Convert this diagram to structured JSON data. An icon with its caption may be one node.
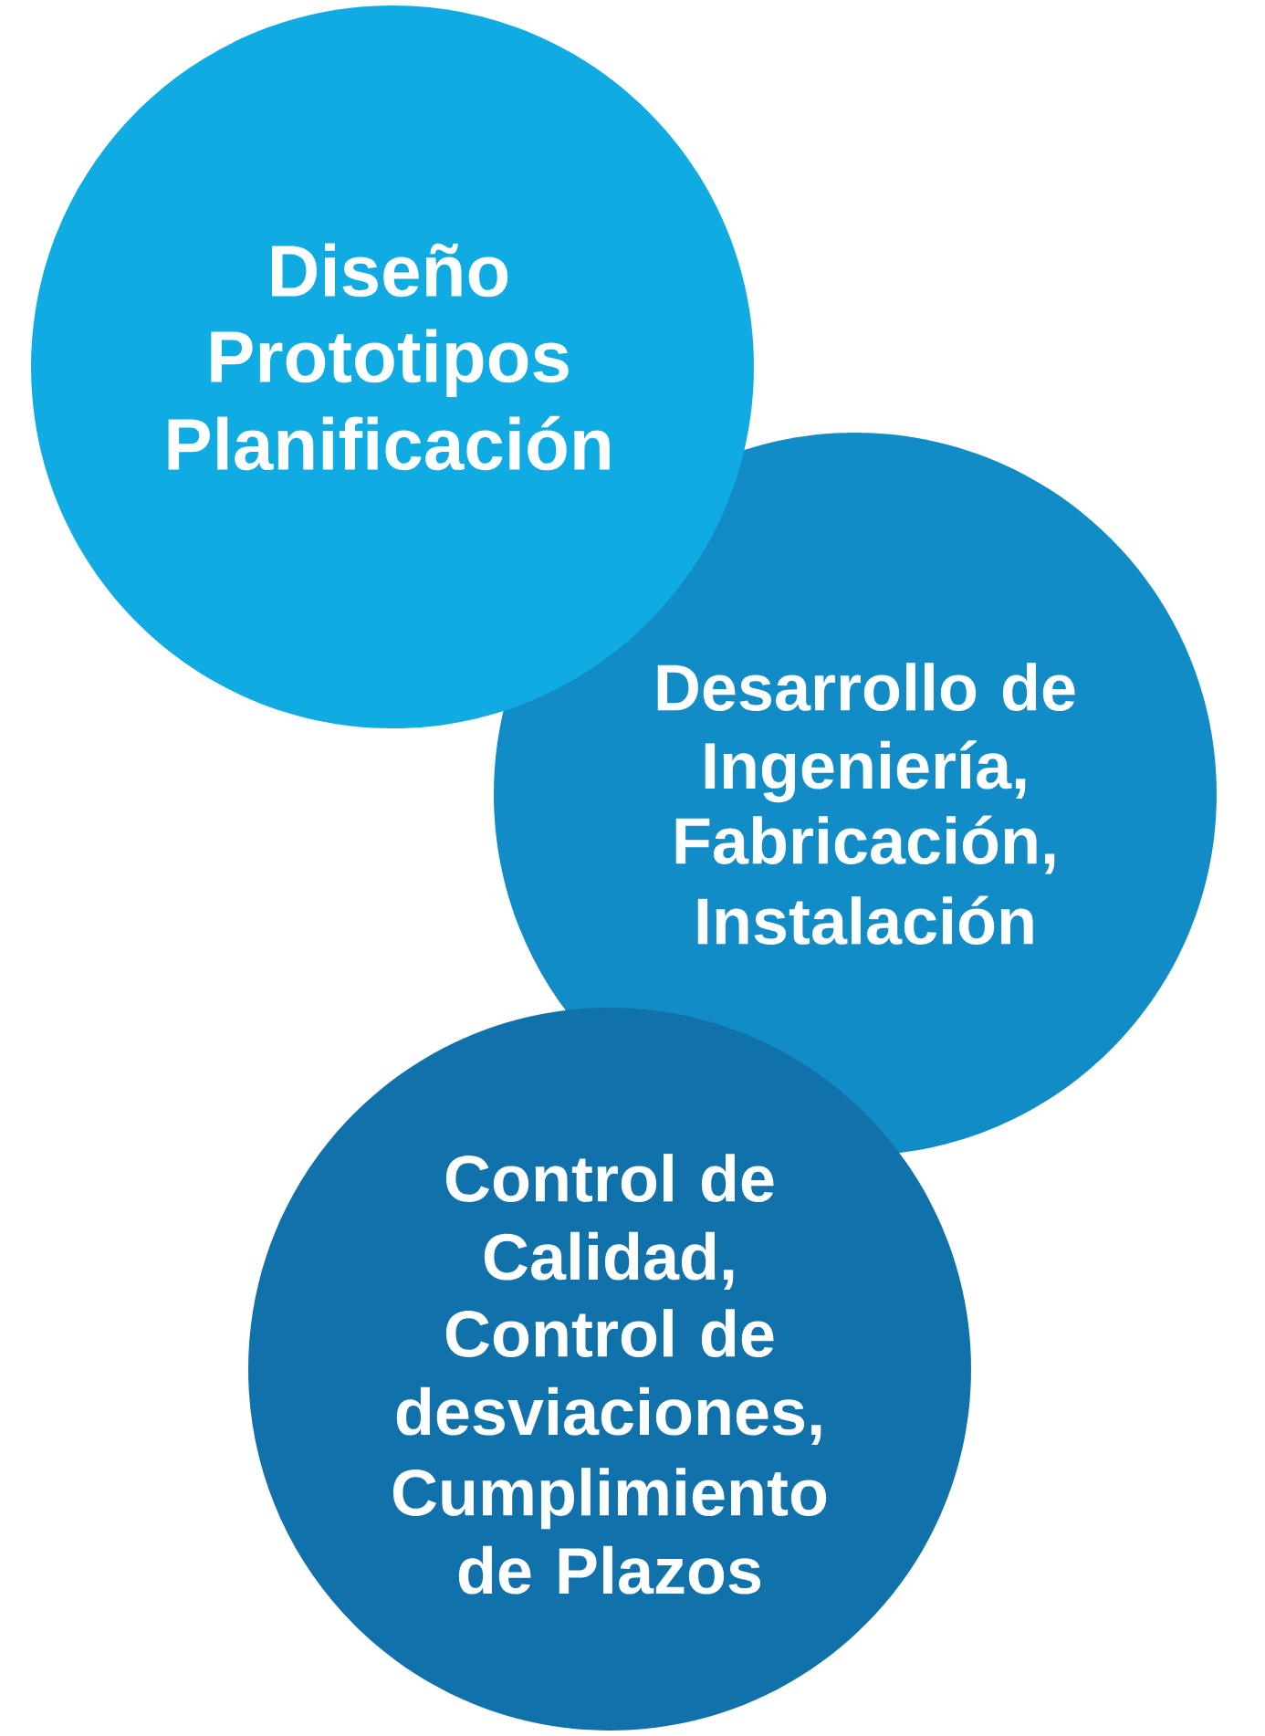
{
  "diagram": {
    "nodes": [
      {
        "text": [
          "Diseño",
          "Prototipos",
          "Planificación"
        ]
      },
      {
        "text": [
          "Desarrollo de Ingeniería,",
          "Fabricación,",
          "Instalación"
        ]
      },
      {
        "text": [
          "Control de Calidad,",
          "Control de desviaciones,",
          "Cumplimiento de Plazos"
        ]
      }
    ]
  }
}
